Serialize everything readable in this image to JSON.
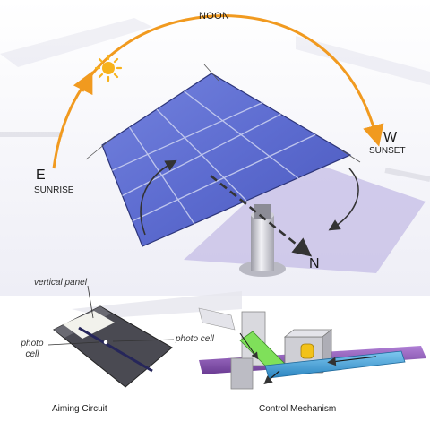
{
  "labels": {
    "noon": "NOON",
    "east": "E",
    "sunrise": "SUNRISE",
    "west": "W",
    "sunset": "SUNSET",
    "north": "N",
    "vertical_panel": "vertical panel",
    "photo_cell_left": "photo cell",
    "photo_cell_right": "photo cell",
    "aiming_circuit": "Aiming Circuit",
    "control_mechanism": "Control Mechanism"
  },
  "colors": {
    "sun_path": "#f19a1f",
    "sun": "#f7b21c",
    "panel": "#5f6fd1",
    "panel_grid": "#c9cff0",
    "shadow": "#c4bce6",
    "arm_green": "#7fe05a",
    "bar_blue": "#3fa3dc",
    "rod_purple": "#8e57b8"
  }
}
